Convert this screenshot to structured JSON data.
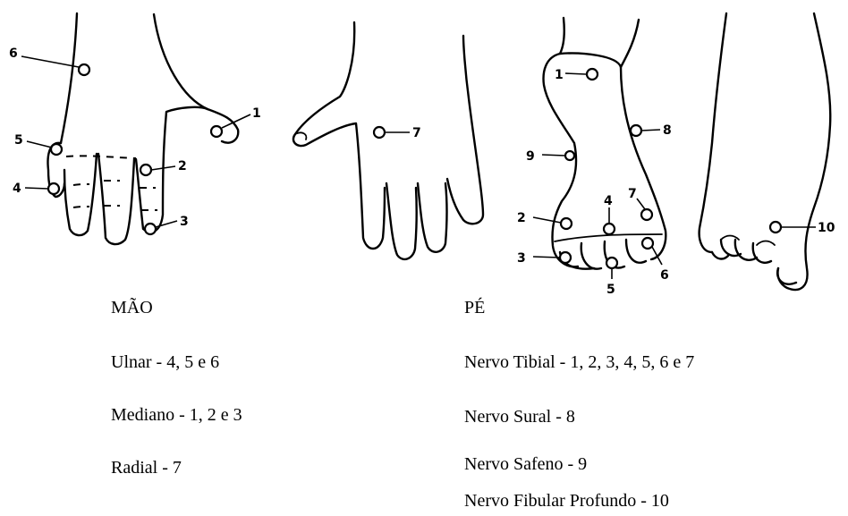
{
  "hand": {
    "heading": "MÃO",
    "items": [
      "Ulnar - 4, 5 e 6",
      "Mediano - 1, 2 e 3",
      "Radial - 7"
    ],
    "point_labels": [
      "1",
      "2",
      "3",
      "4",
      "5",
      "6",
      "7"
    ]
  },
  "foot": {
    "heading": "PÉ",
    "items": [
      "Nervo Tibial - 1, 2, 3, 4, 5, 6 e 7",
      "Nervo Sural - 8",
      "Nervo Safeno - 9",
      "Nervo Fibular Profundo - 10"
    ],
    "point_labels": [
      "1",
      "2",
      "3",
      "4",
      "5",
      "6",
      "7",
      "8",
      "9",
      "10"
    ]
  }
}
